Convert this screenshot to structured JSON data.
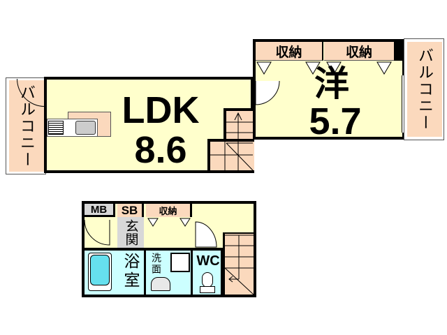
{
  "floor_upper": {
    "ldk": {
      "label": "LDK",
      "size": "8.6"
    },
    "western_room": {
      "label": "洋",
      "size": "5.7"
    },
    "closet_1": "収納",
    "closet_2": "収納",
    "balcony_left": "バルコニー",
    "balcony_right": "バルコニー"
  },
  "floor_lower": {
    "mb": "MB",
    "sb": "SB",
    "closet": "収納",
    "entrance": "玄関",
    "bath": "浴室",
    "washroom": "洗面",
    "wc": "WC"
  },
  "colors": {
    "room": "#ffffcc",
    "storage": "#fbd9bd",
    "wet_area": "#ccffff",
    "entrance": "#d8d8d8",
    "wall": "#000000"
  }
}
